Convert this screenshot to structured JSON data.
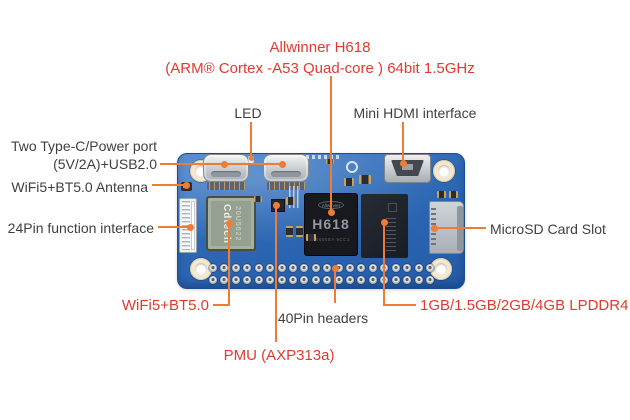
{
  "colors": {
    "accent_red": "#e23a2f",
    "label_dark": "#3f3f3f",
    "leader_orange": "#ef7c35",
    "board_blue": "#2d68b4"
  },
  "labels": {
    "soc_title_line1": "Allwinner H618",
    "soc_title_line2": "(ARM® Cortex -A53 Quad-core ) 64bit 1.5GHz",
    "led": "LED",
    "hdmi": "Mini HDMI interface",
    "typec_line1": "Two Type-C/Power port",
    "typec_line2": "(5V/2A)+USB2.0",
    "antenna": "WiFi5+BT5.0 Antenna",
    "fpc": "24Pin function interface",
    "microsd": "MicroSD Card Slot",
    "wifi": "WiFi5+BT5.0",
    "headers": "40Pin headers",
    "pmu": "PMU (AXP313a)",
    "ram": "1GB/1.5GB/2GB/4GB LPDDR4"
  },
  "board": {
    "soc_logo": "Allwinner",
    "soc_marking": "H618",
    "soc_submarking": "N0000EA 9CC1",
    "wifi_module_brand": "Cdtech",
    "wifi_module_model": "20U5622",
    "header": {
      "rows": 2,
      "cols": 20
    }
  }
}
